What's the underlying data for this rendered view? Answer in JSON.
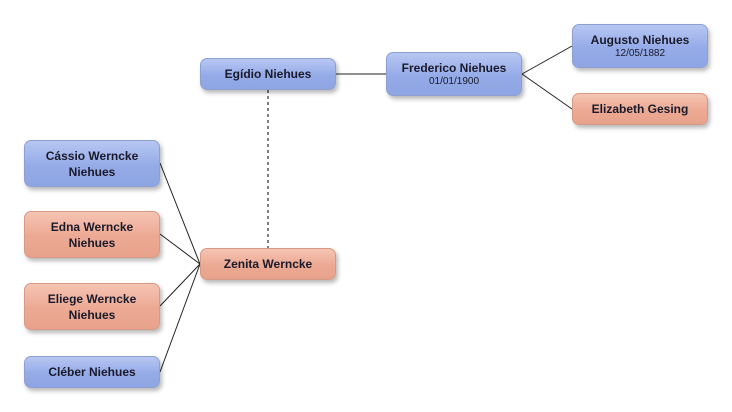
{
  "tree": {
    "egidio": {
      "name": "Egídio Niehues",
      "gender": "male"
    },
    "frederico": {
      "name": "Frederico Niehues",
      "date": "01/01/1900",
      "gender": "male"
    },
    "augusto": {
      "name": "Augusto Niehues",
      "date": "12/05/1882",
      "gender": "male"
    },
    "elizabeth": {
      "name": "Elizabeth Gesing",
      "gender": "female"
    },
    "zenita": {
      "name": "Zenita Werncke",
      "gender": "female"
    },
    "cassio": {
      "name": "Cássio Werncke Niehues",
      "gender": "male"
    },
    "edna": {
      "name": "Edna Werncke Niehues",
      "gender": "female"
    },
    "eliege": {
      "name": "Eliege Werncke Niehues",
      "gender": "female"
    },
    "cleber": {
      "name": "Cléber Niehues",
      "gender": "male"
    }
  },
  "colors": {
    "male": "#95abe8",
    "female": "#eca993",
    "connector": "#222222",
    "spouse_link": "#555555"
  }
}
